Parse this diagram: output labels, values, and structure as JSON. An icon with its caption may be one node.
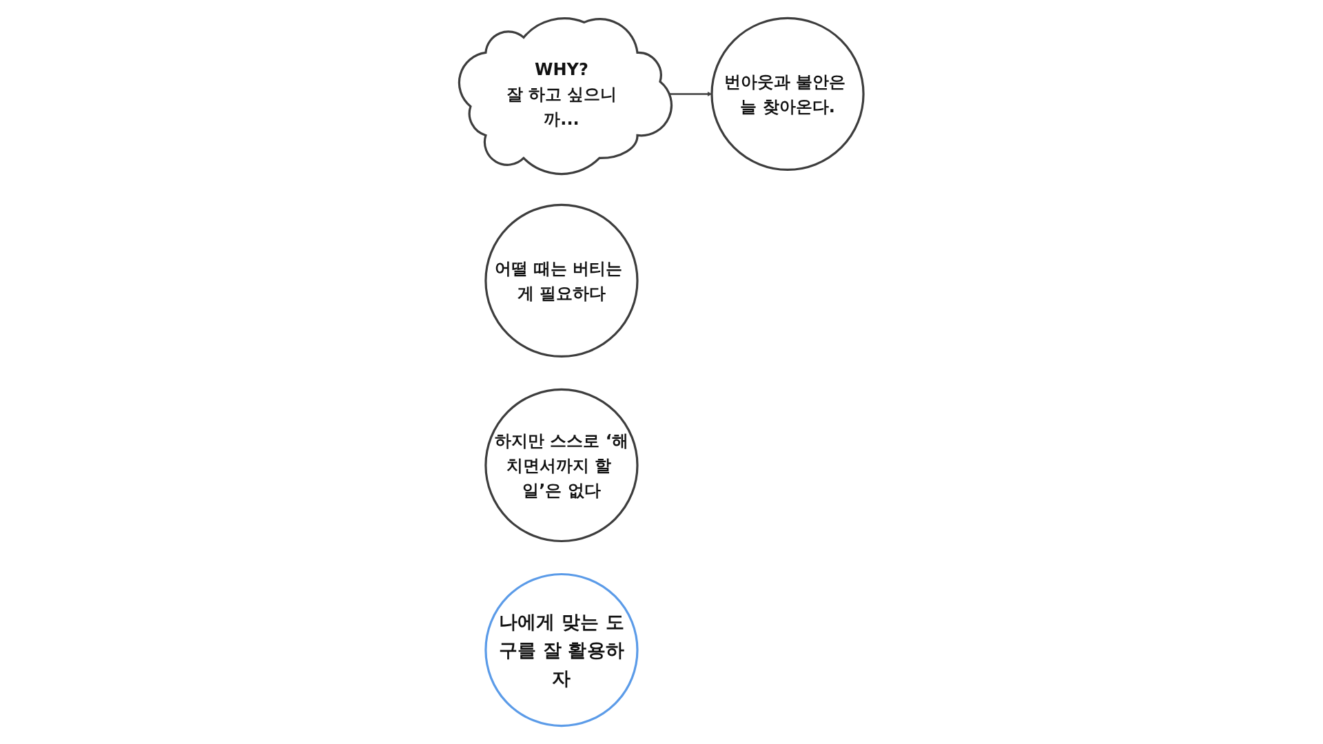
{
  "diagram": {
    "nodes": [
      {
        "text": [
          "WHY?",
          "잘 하고 싶으니까..."
        ]
      },
      {
        "text": [
          "번아웃과 불안은 늘 찾아온다."
        ]
      },
      {
        "text": [
          "어떨 때는 버티는 게 필요하다"
        ]
      },
      {
        "text": [
          "하지만 스스로 ‘해치면서까지 할 일’은 없다"
        ]
      },
      {
        "text": [
          "나에게 맞는 도구를 잘 활용하자"
        ]
      }
    ],
    "edges": [
      {
        "from": 0,
        "to": 1,
        "arrow": "to"
      }
    ]
  }
}
